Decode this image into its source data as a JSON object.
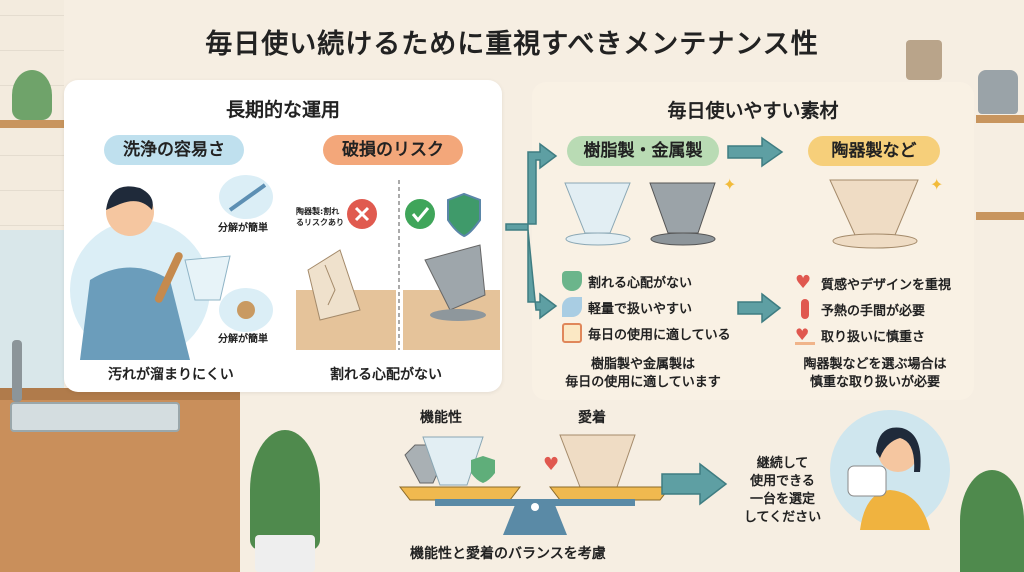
{
  "title": "毎日使い続けるために重視すべきメンテナンス性",
  "left_panel": {
    "heading": "長期的な運用",
    "cleaning": {
      "label": "洗浄の容易さ",
      "badge1": "分解が簡単",
      "badge2": "分解が簡単",
      "caption": "汚れが溜まりにくい"
    },
    "damage": {
      "label": "破損のリスク",
      "ceramic_note": "陶器製:割れるリスクあり",
      "caption": "割れる心配がない"
    }
  },
  "right_panel": {
    "heading": "毎日使いやすい素材",
    "resin_metal": {
      "label": "樹脂製・金属製",
      "items": [
        {
          "icon": "shield-check-icon",
          "text": "割れる心配がない"
        },
        {
          "icon": "feather-wing-icon",
          "text": "軽量で扱いやすい"
        },
        {
          "icon": "calendar-smile-icon",
          "text": "毎日の使用に適している"
        }
      ],
      "summary_1": "樹脂製や金属製は",
      "summary_2": "毎日の使用に適しています"
    },
    "ceramic": {
      "label": "陶器製など",
      "items": [
        {
          "icon": "heart-icon",
          "text": "質感やデザインを重視"
        },
        {
          "icon": "thermometer-icon",
          "text": "予熱の手間が必要"
        },
        {
          "icon": "hands-heart-icon",
          "text": "取り扱いに慎重さ"
        }
      ],
      "summary_1": "陶器製などを選ぶ場合は",
      "summary_2": "慎重な取り扱いが必要"
    }
  },
  "balance": {
    "left_label": "機能性",
    "right_label": "愛着",
    "caption": "機能性と愛着のバランスを考慮"
  },
  "conclusion": {
    "lines": [
      "継続して",
      "使用できる",
      "一台を選定",
      "してください"
    ]
  },
  "colors": {
    "background": "#f6eee2",
    "accent_teal": "#5e9fa3",
    "pill_blue": "#bfe0ee",
    "pill_orange": "#f3a77a",
    "pill_green": "#b9dbb4",
    "pill_yellow": "#f6cf7a"
  }
}
